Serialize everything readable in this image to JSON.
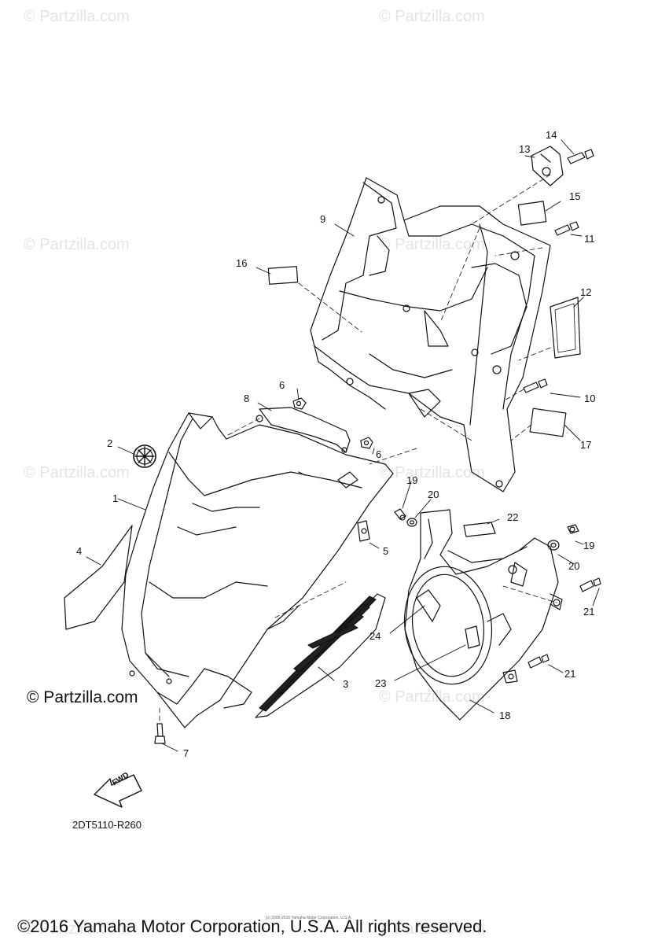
{
  "watermark": {
    "text": "© Partzilla.com",
    "faded_text": "© Partzilla.com",
    "faded_copies": [
      "© Partzilla.com",
      "© Partzilla.com",
      "© Partzilla.com",
      "© Partzilla.com",
      "© Partzilla.com",
      "© Partzilla.com",
      "© Partzilla.com",
      "© Partzilla.com",
      "© Partzilla.com",
      "© Partzilla.com"
    ]
  },
  "callouts": {
    "c1": "1",
    "c2": "2",
    "c3": "3",
    "c4": "4",
    "c5": "5",
    "c6a": "6",
    "c6b": "6",
    "c7": "7",
    "c8": "8",
    "c9": "9",
    "c10": "10",
    "c11": "11",
    "c12": "12",
    "c13": "13",
    "c14": "14",
    "c15": "15",
    "c16": "16",
    "c17": "17",
    "c18": "18",
    "c19a": "19",
    "c19b": "19",
    "c20a": "20",
    "c20b": "20",
    "c21a": "21",
    "c21b": "21",
    "c22": "22",
    "c23": "23",
    "c24": "24"
  },
  "fwd_label": "FWD",
  "diagram_code": "2DT5110-R260",
  "copyright": "©2016 Yamaha Motor Corporation, U.S.A. All rights reserved.",
  "copyright_small": "(c) 2005-2016 Yamaha Motor Corporation, U.S.A."
}
